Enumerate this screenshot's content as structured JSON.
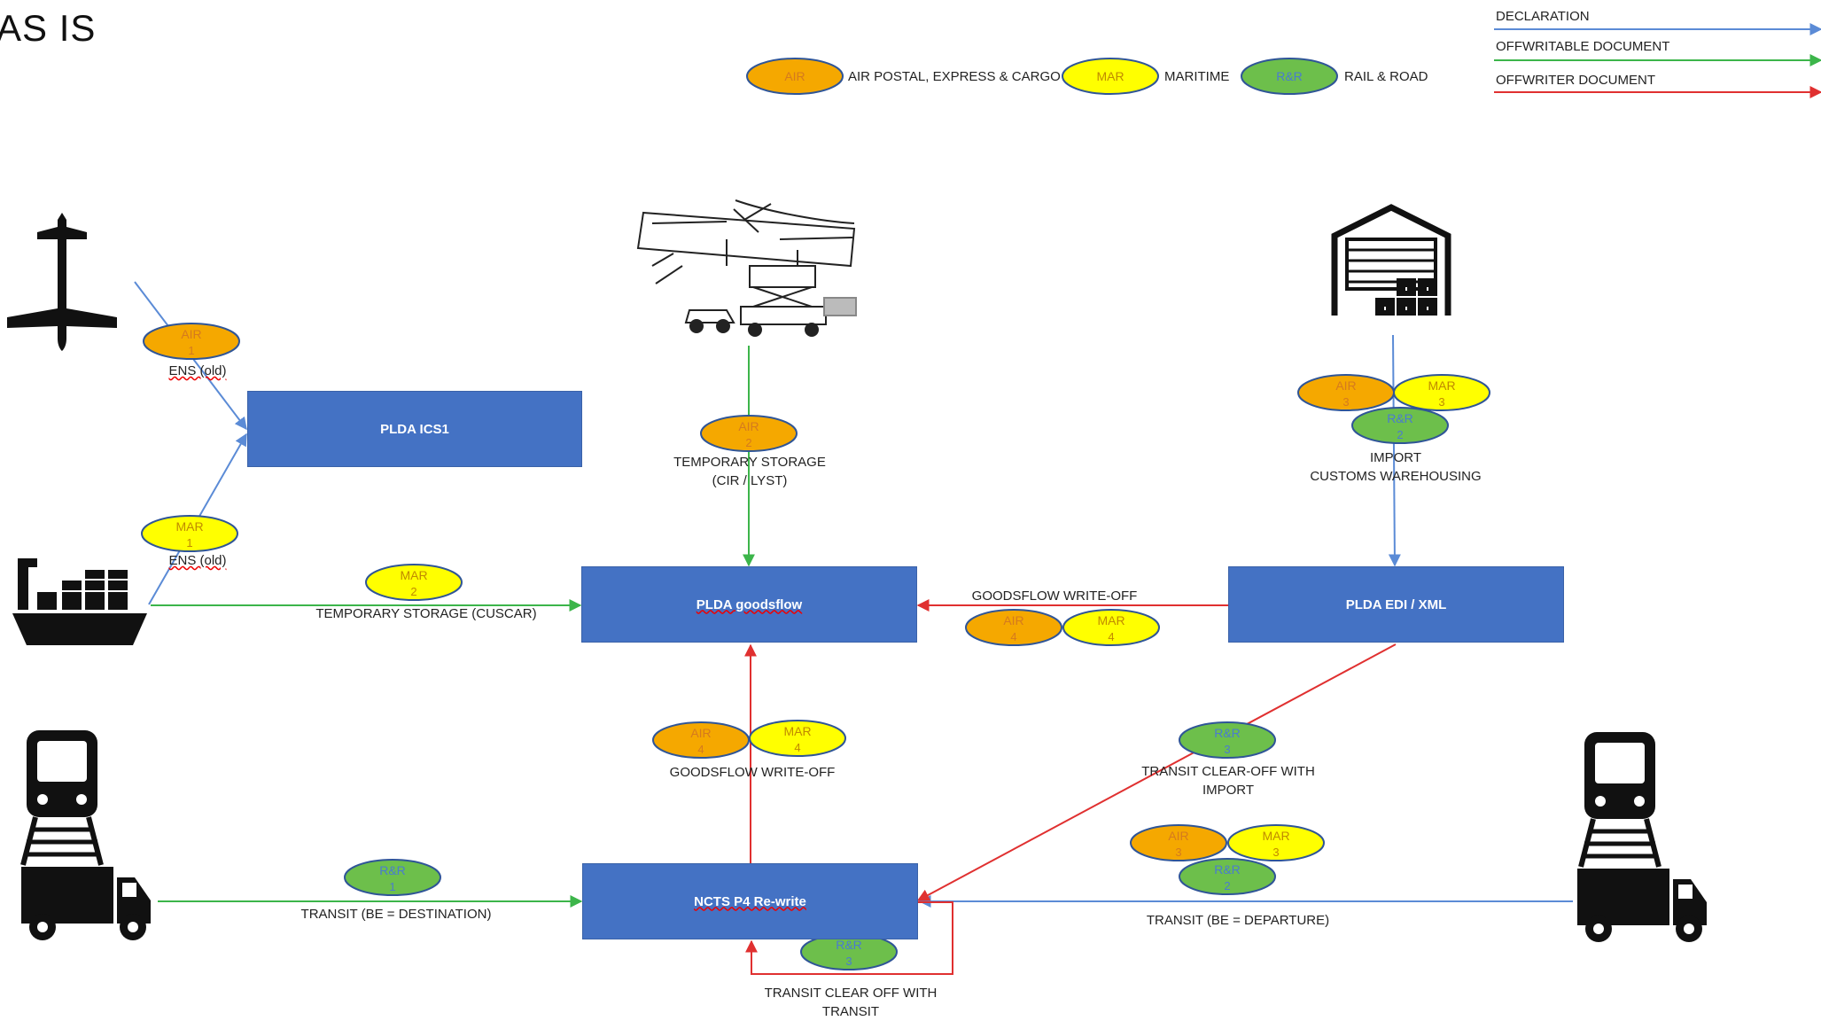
{
  "title": "AS IS",
  "legend_modes": [
    {
      "code": "AIR",
      "label": "AIR POSTAL, EXPRESS & CARGO",
      "color": "#f5a800"
    },
    {
      "code": "MAR",
      "label": "MARITIME",
      "color": "#ffff00"
    },
    {
      "code": "R&R",
      "label": "RAIL & ROAD",
      "color": "#6dbf4b"
    }
  ],
  "legend_lines": [
    {
      "label": "DECLARATION",
      "color": "#5b8bd6"
    },
    {
      "label": "OFFWRITABLE DOCUMENT",
      "color": "#3cb54a"
    },
    {
      "label": "OFFWRITER DOCUMENT",
      "color": "#e03030"
    }
  ],
  "systems": {
    "ics1": "PLDA ICS1",
    "goodsflow": "PLDA goodsflow",
    "edi": "PLDA EDI / XML",
    "ncts": "NCTS P4 Re-write"
  },
  "labels": {
    "ens_air": "ENS (old)",
    "ens_mar": "ENS (old)",
    "ts_air_line1": "TEMPORARY STORAGE",
    "ts_air_line2": "(CIR / LYST)",
    "ts_mar": "TEMPORARY STORAGE (CUSCAR)",
    "import_line1": "IMPORT",
    "import_line2": "CUSTOMS WAREHOUSING",
    "gf_writeoff_top": "GOODSFLOW WRITE-OFF",
    "gf_writeoff_mid": "GOODSFLOW WRITE-OFF",
    "transit_import_line1": "TRANSIT CLEAR-OFF WITH",
    "transit_import_line2": "IMPORT",
    "transit_dest": "TRANSIT (BE = DESTINATION)",
    "transit_dep": "TRANSIT (BE = DEPARTURE)",
    "transit_clear_line1": "TRANSIT CLEAR OFF WITH",
    "transit_clear_line2": "TRANSIT"
  },
  "badges": {
    "air1": {
      "code": "AIR",
      "num": "1"
    },
    "mar1": {
      "code": "MAR",
      "num": "1"
    },
    "air2": {
      "code": "AIR",
      "num": "2"
    },
    "mar2": {
      "code": "MAR",
      "num": "2"
    },
    "air3_wh": {
      "code": "AIR",
      "num": "3"
    },
    "mar3_wh": {
      "code": "MAR",
      "num": "3"
    },
    "rr2_wh": {
      "code": "R&R",
      "num": "2"
    },
    "air4_edi": {
      "code": "AIR",
      "num": "4"
    },
    "mar4_edi": {
      "code": "MAR",
      "num": "4"
    },
    "air4_mid": {
      "code": "AIR",
      "num": "4"
    },
    "mar4_mid": {
      "code": "MAR",
      "num": "4"
    },
    "rr3_edi": {
      "code": "R&R",
      "num": "3"
    },
    "air3_dep": {
      "code": "AIR",
      "num": "3"
    },
    "mar3_dep": {
      "code": "MAR",
      "num": "3"
    },
    "rr2_dep": {
      "code": "R&R",
      "num": "2"
    },
    "rr1_dest": {
      "code": "R&R",
      "num": "1"
    },
    "rr3_ncts": {
      "code": "R&R",
      "num": "3"
    }
  },
  "icons": [
    "airplane-icon",
    "cargo-ship-icon",
    "train-icon",
    "truck-icon",
    "airport-loading-icon",
    "warehouse-icon"
  ]
}
